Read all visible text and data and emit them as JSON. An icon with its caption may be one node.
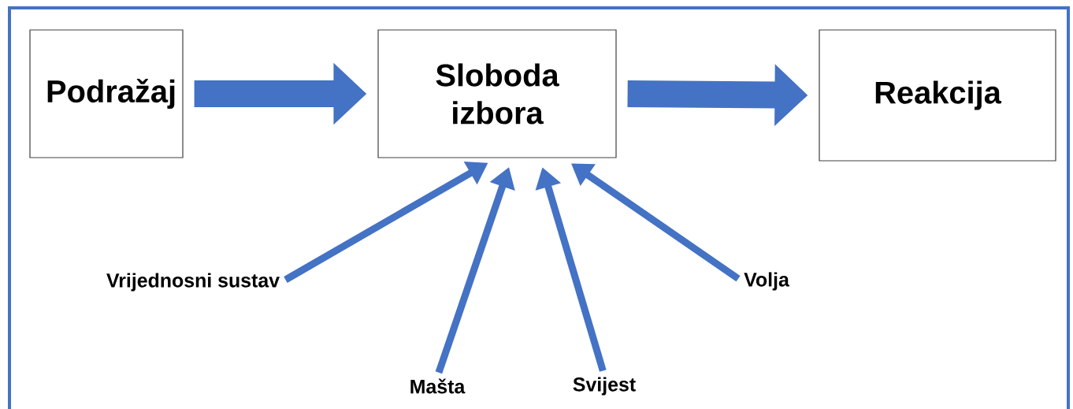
{
  "diagram": {
    "nodes": [
      {
        "text": [
          "Podražaj"
        ]
      },
      {
        "text": [
          "Sloboda izbora"
        ]
      },
      {
        "text": [
          "Reakcija"
        ]
      },
      {
        "text": [
          "Vrijednosni sustav"
        ]
      },
      {
        "text": [
          "Mašta"
        ]
      },
      {
        "text": [
          "Svijest"
        ]
      },
      {
        "text": [
          "Volja"
        ]
      }
    ],
    "edges": [
      {
        "from": 0,
        "to": 1,
        "arrow": "to",
        "style": "thick"
      },
      {
        "from": 1,
        "to": 2,
        "arrow": "to",
        "style": "thick"
      },
      {
        "from": 3,
        "to": 1,
        "arrow": "to"
      },
      {
        "from": 4,
        "to": 1,
        "arrow": "to"
      },
      {
        "from": 5,
        "to": 1,
        "arrow": "to"
      },
      {
        "from": 6,
        "to": 1,
        "arrow": "to"
      }
    ]
  }
}
